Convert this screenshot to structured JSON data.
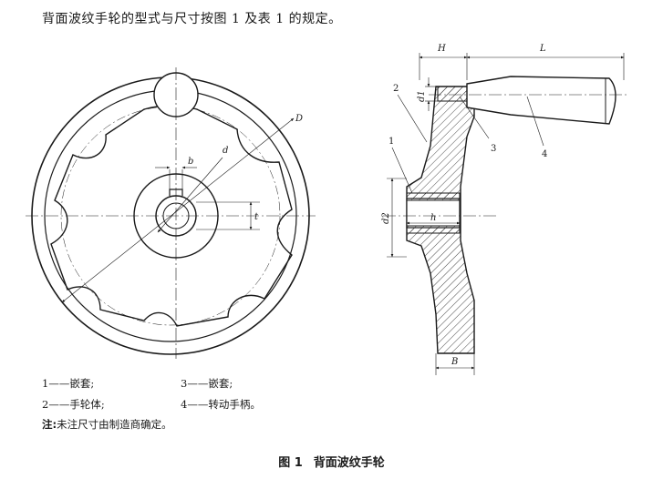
{
  "intro": "背面波纹手轮的型式与尺寸按图 1 及表 1 的规定。",
  "front_view": {
    "dim_D": "D",
    "dim_d": "d",
    "dim_b": "b",
    "dim_t": "t"
  },
  "side_view": {
    "dim_H": "H",
    "dim_L": "L",
    "dim_d1": "d1",
    "dim_d2": "d2",
    "dim_h": "h",
    "dim_B": "B",
    "callouts": [
      "1",
      "2",
      "3",
      "4"
    ]
  },
  "legend": [
    {
      "num": "1",
      "sep": "——",
      "text": "嵌套;"
    },
    {
      "num": "3",
      "sep": "——",
      "text": "嵌套;"
    },
    {
      "num": "2",
      "sep": "——",
      "text": "手轮体;"
    },
    {
      "num": "4",
      "sep": "——",
      "text": "转动手柄。"
    }
  ],
  "note": {
    "label": "注:",
    "text": "未注尺寸由制造商确定。"
  },
  "caption": {
    "num": "图 1",
    "title": "背面波纹手轮"
  }
}
